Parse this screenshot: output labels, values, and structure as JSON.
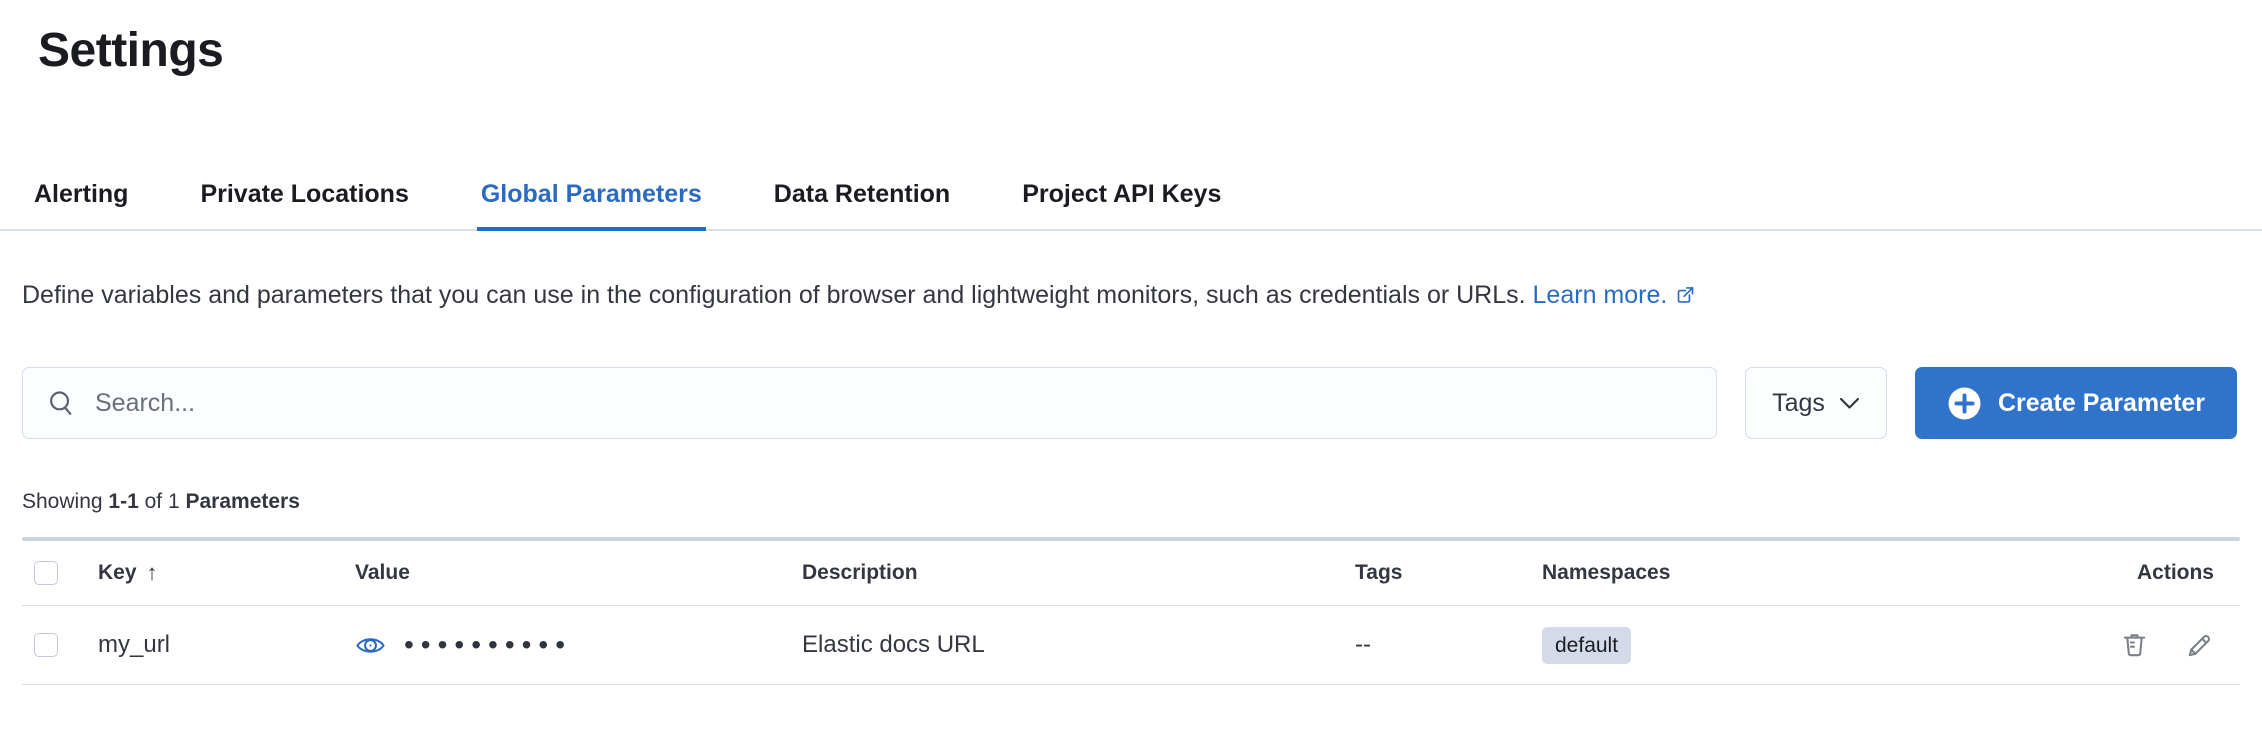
{
  "page": {
    "title": "Settings"
  },
  "tabs": [
    {
      "label": "Alerting",
      "selected": false
    },
    {
      "label": "Private Locations",
      "selected": false
    },
    {
      "label": "Global Parameters",
      "selected": true
    },
    {
      "label": "Data Retention",
      "selected": false
    },
    {
      "label": "Project API Keys",
      "selected": false
    }
  ],
  "description": {
    "text": "Define variables and parameters that you can use in the configuration of browser and lightweight monitors, such as credentials or URLs.",
    "link_text": "Learn more."
  },
  "toolbar": {
    "search_placeholder": "Search...",
    "tags_filter_label": "Tags",
    "create_button_label": "Create Parameter"
  },
  "summary": {
    "prefix": "Showing",
    "range": "1-1",
    "middle": "of 1",
    "entity": "Parameters"
  },
  "table": {
    "columns": [
      "Key",
      "Value",
      "Description",
      "Tags",
      "Namespaces",
      "Actions"
    ],
    "sort": {
      "column": "Key",
      "direction": "ascending",
      "icon": "↑"
    },
    "rows": [
      {
        "key": "my_url",
        "value_masked": "••••••••••",
        "description": "Elastic docs URL",
        "tags": "--",
        "namespace": "default"
      }
    ]
  },
  "colors": {
    "primary_button": "#2f73cb",
    "link_blue": "#2a6bc2",
    "selected_tab": "#2a6bc2",
    "text_dark": "#1a1c21",
    "text_body": "#343741",
    "text_subdued": "#69707d",
    "border_light": "#d9dfe9",
    "badge_bg": "#d4dae7"
  }
}
